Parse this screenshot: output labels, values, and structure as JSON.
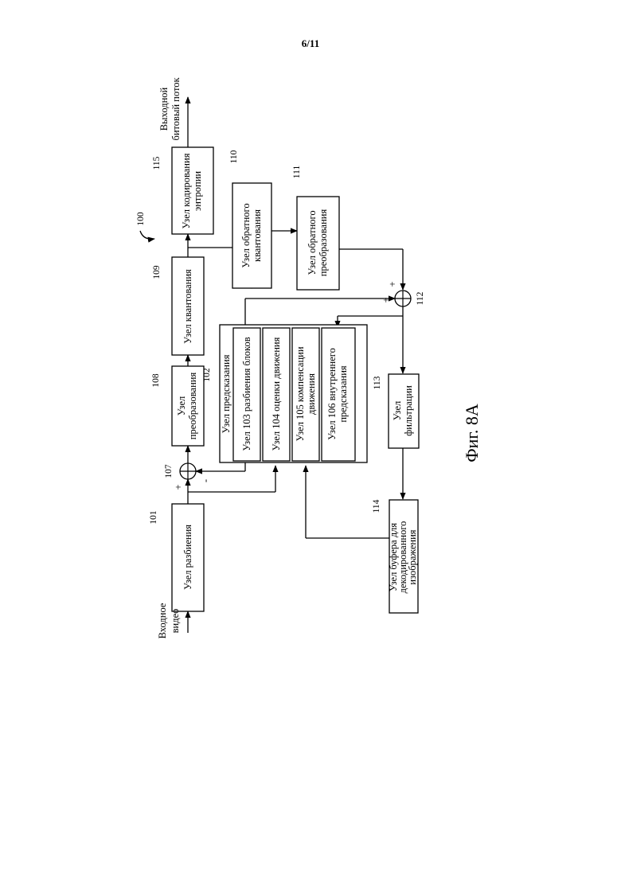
{
  "page_number": "6/11",
  "figure_number": "100",
  "caption": "Фиг. 8A",
  "io": {
    "input_line1": "Входное",
    "input_line2": "видео",
    "output_line1": "Выходной",
    "output_line2": "битовый поток"
  },
  "blocks": {
    "partition": {
      "ref": "101",
      "line1": "Узел разбиения"
    },
    "transform": {
      "ref": "108",
      "line1": "Узел",
      "line2": "преобразования"
    },
    "quantization": {
      "ref": "109",
      "line1": "Узел квантования"
    },
    "entropy": {
      "ref": "115",
      "line1": "Узел кодирования",
      "line2": "энтропии"
    },
    "inv_quant": {
      "ref": "110",
      "line1": "Узел обратного",
      "line2": "квантования"
    },
    "inv_transform": {
      "ref": "111",
      "line1": "Узел обратного",
      "line2": "преобразования"
    },
    "prediction": {
      "ref": "102",
      "title": "Узел предсказания",
      "sub1": "Узел 103 разбиения блоков",
      "sub2": "Узел 104 оценки движения",
      "sub3_line1": "Узел 105 компенсации",
      "sub3_line2": "движения",
      "sub4_line1": "Узел 106 внутреннего",
      "sub4_line2": "предсказания"
    },
    "filter": {
      "ref": "113",
      "line1": "Узел",
      "line2": "фильтрации"
    },
    "buffer": {
      "ref": "114",
      "line1": "Узел буфера для",
      "line2": "декодированного",
      "line3": "изображения"
    }
  },
  "adders": {
    "adder_107": {
      "ref": "107",
      "plus": "+",
      "minus": "-"
    },
    "adder_112": {
      "ref": "112",
      "plus_a": "+",
      "plus_b": "+"
    }
  }
}
